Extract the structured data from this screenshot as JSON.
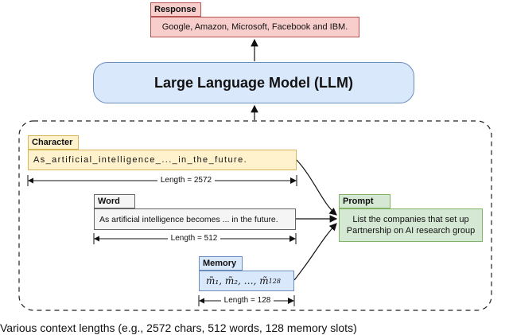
{
  "response": {
    "tag": "Response",
    "text": "Google, Amazon, Microsoft, Facebook and IBM."
  },
  "llm": {
    "label": "Large Language Model (LLM)"
  },
  "inputs": {
    "character": {
      "tag": "Character",
      "text": "As_artificial_intelligence_..._in_the_future.",
      "length_label": "Length = 2572"
    },
    "word": {
      "tag": "Word",
      "text": "As artificial intelligence becomes ... in the future.",
      "length_label": "Length = 512"
    },
    "memory": {
      "tag": "Memory",
      "text_prefix": "m̃₁, m̃₂, …, m̃",
      "text_subscript": "128",
      "length_label": "Length = 128"
    }
  },
  "prompt": {
    "tag": "Prompt",
    "line1": "List the companies that set up",
    "line2": "Partnership on AI research group"
  },
  "caption": "Various context lengths (e.g., 2572 chars, 512 words, 128 memory slots)"
}
